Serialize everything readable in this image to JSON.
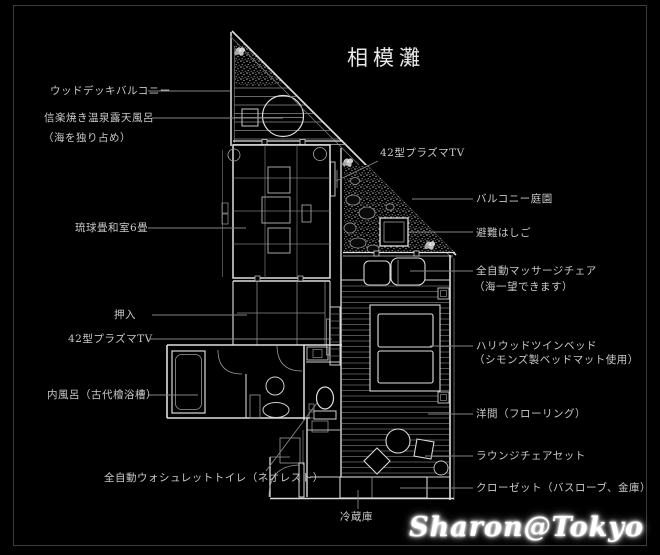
{
  "title": "相模灘",
  "watermark": "Sharon@Tokyo",
  "colors": {
    "background": "#000000",
    "drawing_line": "#8a8a8a",
    "wall_line": "#e0e0e0",
    "label_text": "#c9c9c9",
    "title_text": "#e8e8e8",
    "watermark_text": "#ffffff"
  },
  "labels": {
    "wood_deck": "ウッドデッキバルコニー",
    "open_air_bath": "信楽焼き温泉露天風呂",
    "open_air_bath_note": "（海を独り占め）",
    "tatami_room": "琉球畳和室6畳",
    "oshiire": "押入",
    "plasma_tv_lower": "42型プラズマTV",
    "indoor_bath": "内風呂（古代檜浴槽）",
    "washlet_toilet": "全自動ウォシュレットトイレ（ネオレスト）",
    "refrigerator": "冷蔵庫",
    "plasma_tv_upper": "42型プラズマTV",
    "balcony_garden": "バルコニー庭園",
    "escape_ladder": "避難はしご",
    "massage_chair": "全自動マッサージチェア",
    "massage_chair_note": "（海一望できます）",
    "twin_bed": "ハリウッドツインベッド",
    "twin_bed_note": "（シモンズ製ベッドマット使用）",
    "western_room": "洋間（フローリング）",
    "lounge_chair_set": "ラウンジチェアセット",
    "closet": "クローゼット（バスローブ、金庫）"
  }
}
